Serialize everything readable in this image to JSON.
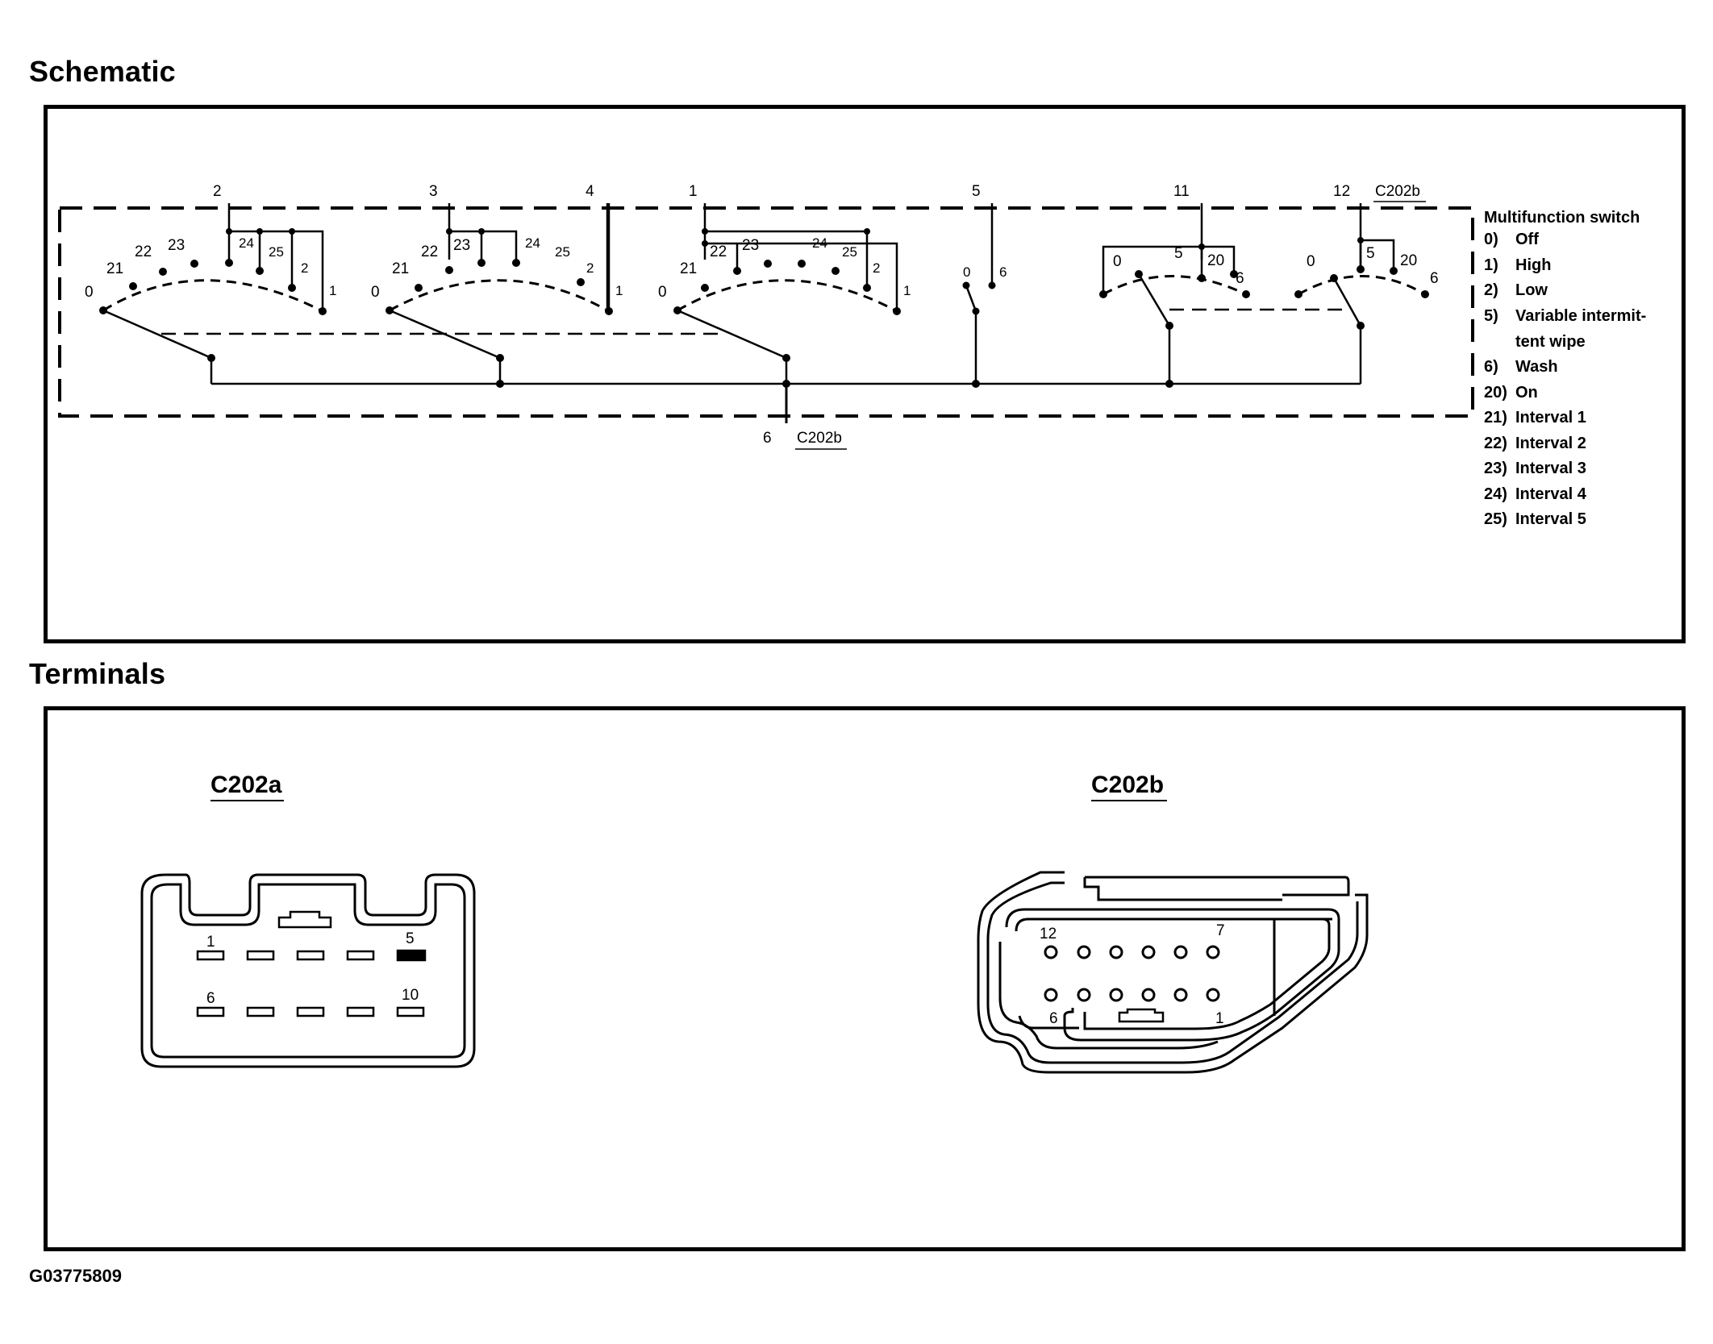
{
  "sections": {
    "schematic": "Schematic",
    "terminals": "Terminals"
  },
  "schematic": {
    "top_pins": {
      "p2": "2",
      "p3": "3",
      "p4": "4",
      "p1": "1",
      "p5": "5",
      "p11": "11",
      "p12": "12"
    },
    "top_connector": "C202b",
    "bottom_pin": "6",
    "bottom_connector": "C202b",
    "switch_labels": {
      "s1": [
        "0",
        "21",
        "22",
        "23",
        "24",
        "25",
        "2",
        "1"
      ],
      "s2": [
        "0",
        "21",
        "22",
        "23",
        "24",
        "25",
        "2",
        "1"
      ],
      "s3": [
        "0",
        "21",
        "22",
        "23",
        "24",
        "25",
        "2",
        "1"
      ],
      "s4": [
        "0",
        "6"
      ],
      "s5": [
        "0",
        "5",
        "20",
        "6"
      ],
      "s6": [
        "0",
        "5",
        "20",
        "6"
      ]
    }
  },
  "legend": {
    "title": "Multifunction switch",
    "items": [
      {
        "num": "0)",
        "text": "Off"
      },
      {
        "num": "1)",
        "text": "High"
      },
      {
        "num": "2)",
        "text": "Low"
      },
      {
        "num": "5)",
        "text": "Variable intermit-"
      },
      {
        "num": "",
        "text": "tent wipe"
      },
      {
        "num": "6)",
        "text": "Wash"
      },
      {
        "num": "20)",
        "text": "On"
      },
      {
        "num": "21)",
        "text": "Interval 1"
      },
      {
        "num": "22)",
        "text": "Interval 2"
      },
      {
        "num": "23)",
        "text": "Interval 3"
      },
      {
        "num": "24)",
        "text": "Interval 4"
      },
      {
        "num": "25)",
        "text": "Interval 5"
      }
    ]
  },
  "terminals": {
    "c202a": {
      "title": "C202a",
      "pins": {
        "first": "1",
        "five": "5",
        "six": "6",
        "ten": "10"
      }
    },
    "c202b": {
      "title": "C202b",
      "pins": {
        "twelve": "12",
        "seven": "7",
        "six": "6",
        "one": "1"
      }
    }
  },
  "footer_id": "G03775809"
}
